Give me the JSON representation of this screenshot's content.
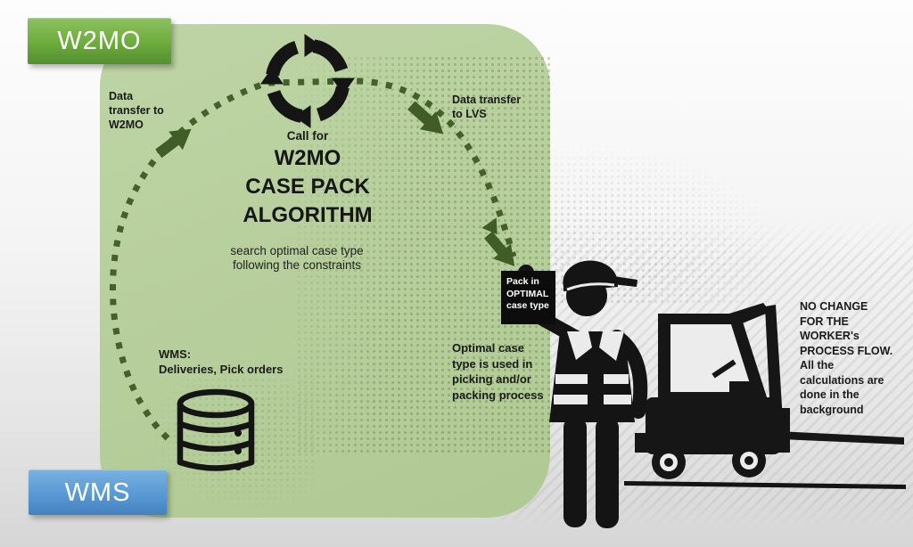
{
  "system_tags": {
    "top": "W2MO",
    "bottom": "WMS"
  },
  "process": {
    "transfer_to_w2mo": [
      "Data",
      "transfer to",
      "W2MO"
    ],
    "transfer_to_lvs": [
      "Data transfer",
      "to LVS"
    ],
    "call_for": "Call for",
    "algorithm_title": [
      "W2MO",
      "CASE PACK",
      "ALGORITHM"
    ],
    "algorithm_subtitle": [
      "search optimal case type",
      "following the constraints"
    ],
    "wms_source": [
      "WMS:",
      "Deliveries, Pick orders"
    ],
    "pack_box": [
      "Pack in",
      "OPTIMAL",
      "case type"
    ],
    "optimal_usage": [
      "Optimal  case",
      "type is used in",
      "picking and/or",
      "packing process"
    ],
    "no_change_note": [
      "NO CHANGE",
      "FOR THE",
      "WORKER's",
      "PROCESS FLOW.",
      "All the",
      "calculations are",
      "done in the",
      "background"
    ]
  },
  "icons": {
    "cycle": "cycle-arrows-icon",
    "database": "database-icon",
    "worker": "warehouse-worker-icon",
    "forklift": "forklift-icon",
    "arrows": "flow-arrow-icon"
  },
  "colors": {
    "panel_green": "#b6ce9b",
    "tag_green": "#6cab3c",
    "tag_blue": "#5b9bd5",
    "flow_green": "#425d27",
    "silhouette_black": "#141414"
  }
}
